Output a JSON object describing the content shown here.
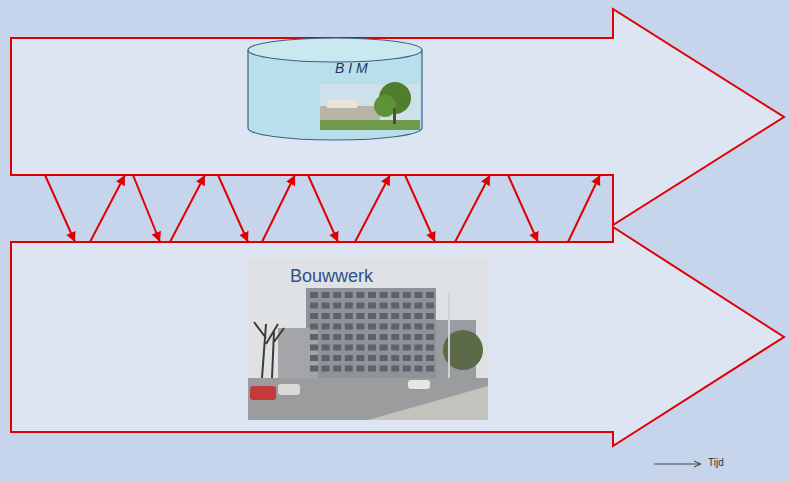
{
  "diagram": {
    "nodes": [
      {
        "text": [
          "B I M"
        ]
      },
      {
        "text": [
          "Bouwwerk"
        ]
      }
    ],
    "edges": [
      {
        "from": 0,
        "to": 1,
        "arrow": "to"
      },
      {
        "from": 1,
        "to": 0,
        "arrow": "to"
      },
      {
        "from": 0,
        "to": 1,
        "arrow": "to"
      },
      {
        "from": 1,
        "to": 0,
        "arrow": "to"
      },
      {
        "from": 0,
        "to": 1,
        "arrow": "to"
      },
      {
        "from": 1,
        "to": 0,
        "arrow": "to"
      },
      {
        "from": 0,
        "to": 1,
        "arrow": "to"
      },
      {
        "from": 1,
        "to": 0,
        "arrow": "to"
      },
      {
        "from": 0,
        "to": 1,
        "arrow": "to"
      },
      {
        "from": 1,
        "to": 0,
        "arrow": "to"
      },
      {
        "from": 0,
        "to": 1,
        "arrow": "to"
      },
      {
        "from": 1,
        "to": 0,
        "arrow": "to"
      }
    ],
    "labels": [
      "Tijd"
    ]
  }
}
